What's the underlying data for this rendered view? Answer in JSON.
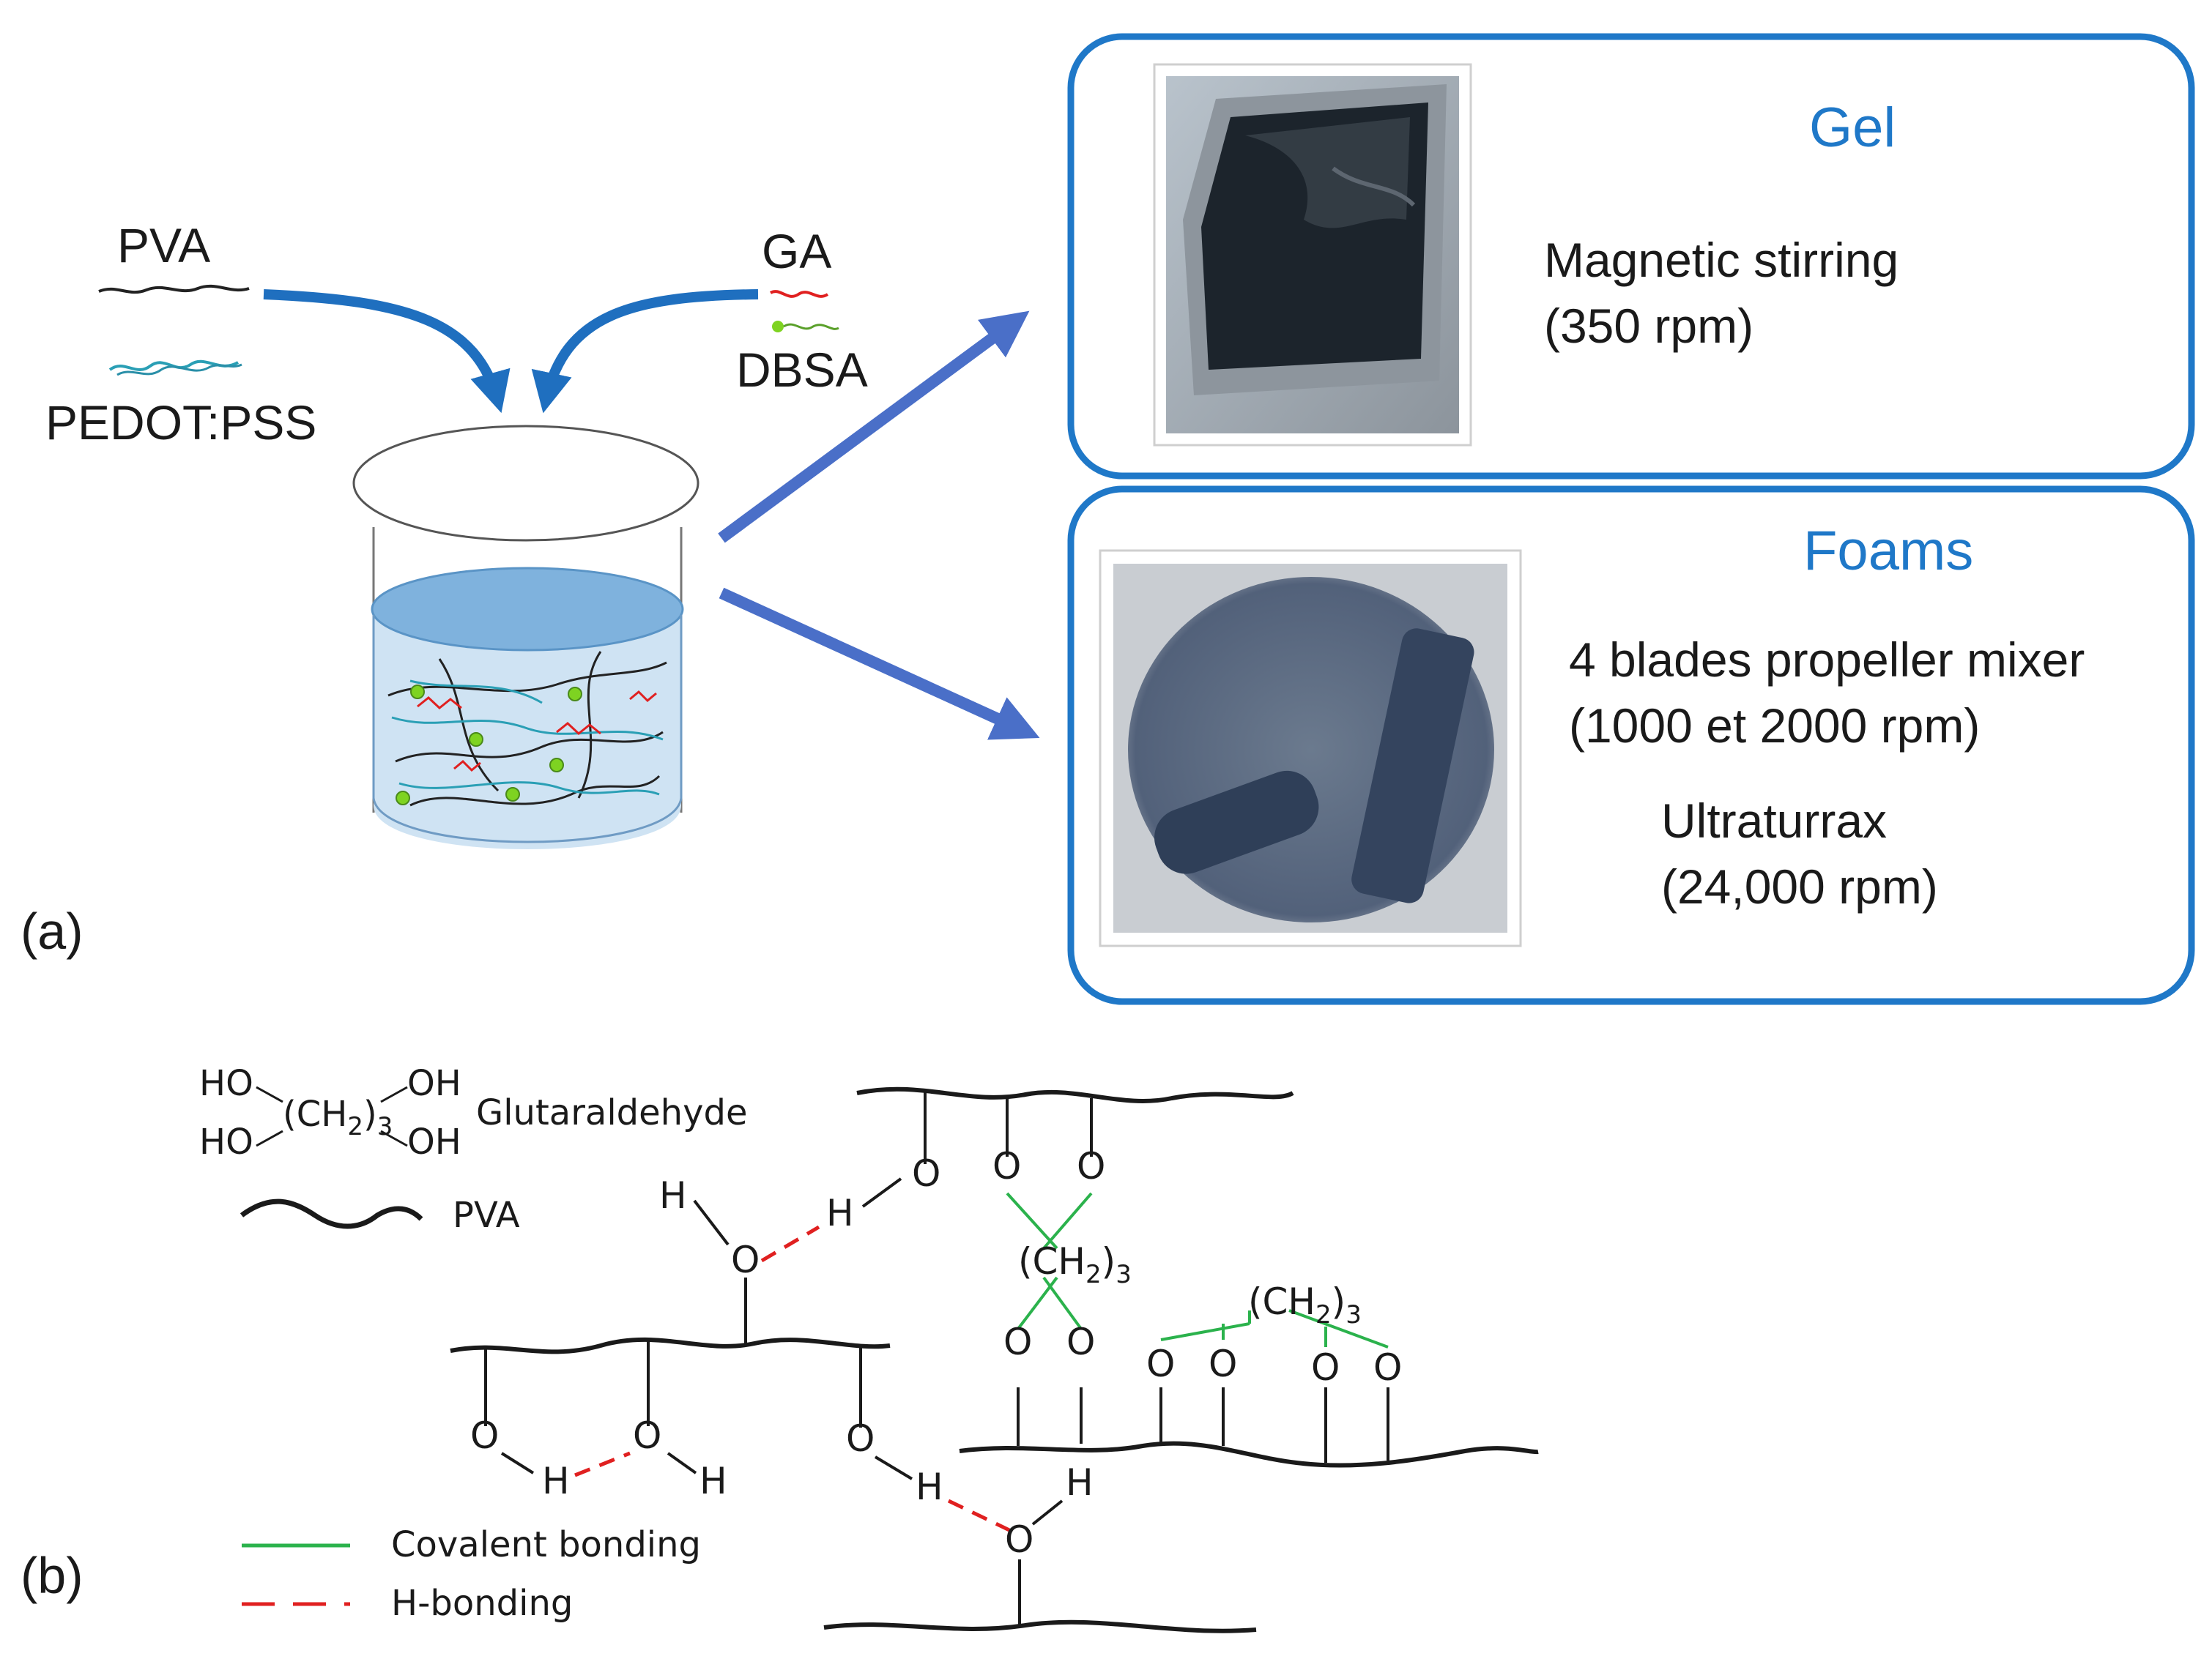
{
  "panel_a": {
    "label": "(a)",
    "inputs": {
      "pva": "PVA",
      "pedot": "PEDOT:PSS",
      "ga": "GA",
      "dbsa": "DBSA"
    },
    "gel_box": {
      "title": "Gel",
      "line1": "Magnetic stirring",
      "line2": "(350 rpm)"
    },
    "foams_box": {
      "title": "Foams",
      "line1": "4 blades propeller mixer",
      "line2": "(1000 et 2000 rpm)",
      "line3": "Ultraturrax",
      "line4": "(24,000 rpm)"
    }
  },
  "panel_b": {
    "label": "(b)",
    "glutaraldehyde": {
      "ho_top": "HO",
      "ho_bottom": "HO",
      "oh_top": "OH",
      "oh_bottom": "OH",
      "group": "(CH",
      "group_sub": "2",
      "group_close": ")",
      "group_n": "3",
      "name": "Glutaraldehyde"
    },
    "pva_legend": "PVA",
    "legend": {
      "covalent": "Covalent bonding",
      "hbond": "H-bonding"
    },
    "atoms": {
      "O": "O",
      "H": "H",
      "ch2_label": "(CH",
      "ch2_sub": "2",
      "ch2_close": ")",
      "ch2_n": "3"
    }
  },
  "colors": {
    "box_border": "#1f78c8",
    "title_blue": "#1f78c8",
    "arrow_blue": "#4a6fc8",
    "curve_arrow_blue": "#1f6fbf",
    "covalent_green": "#2bb24c",
    "hbond_red": "#e02020",
    "liquid_blue": "#7fb2dd"
  }
}
